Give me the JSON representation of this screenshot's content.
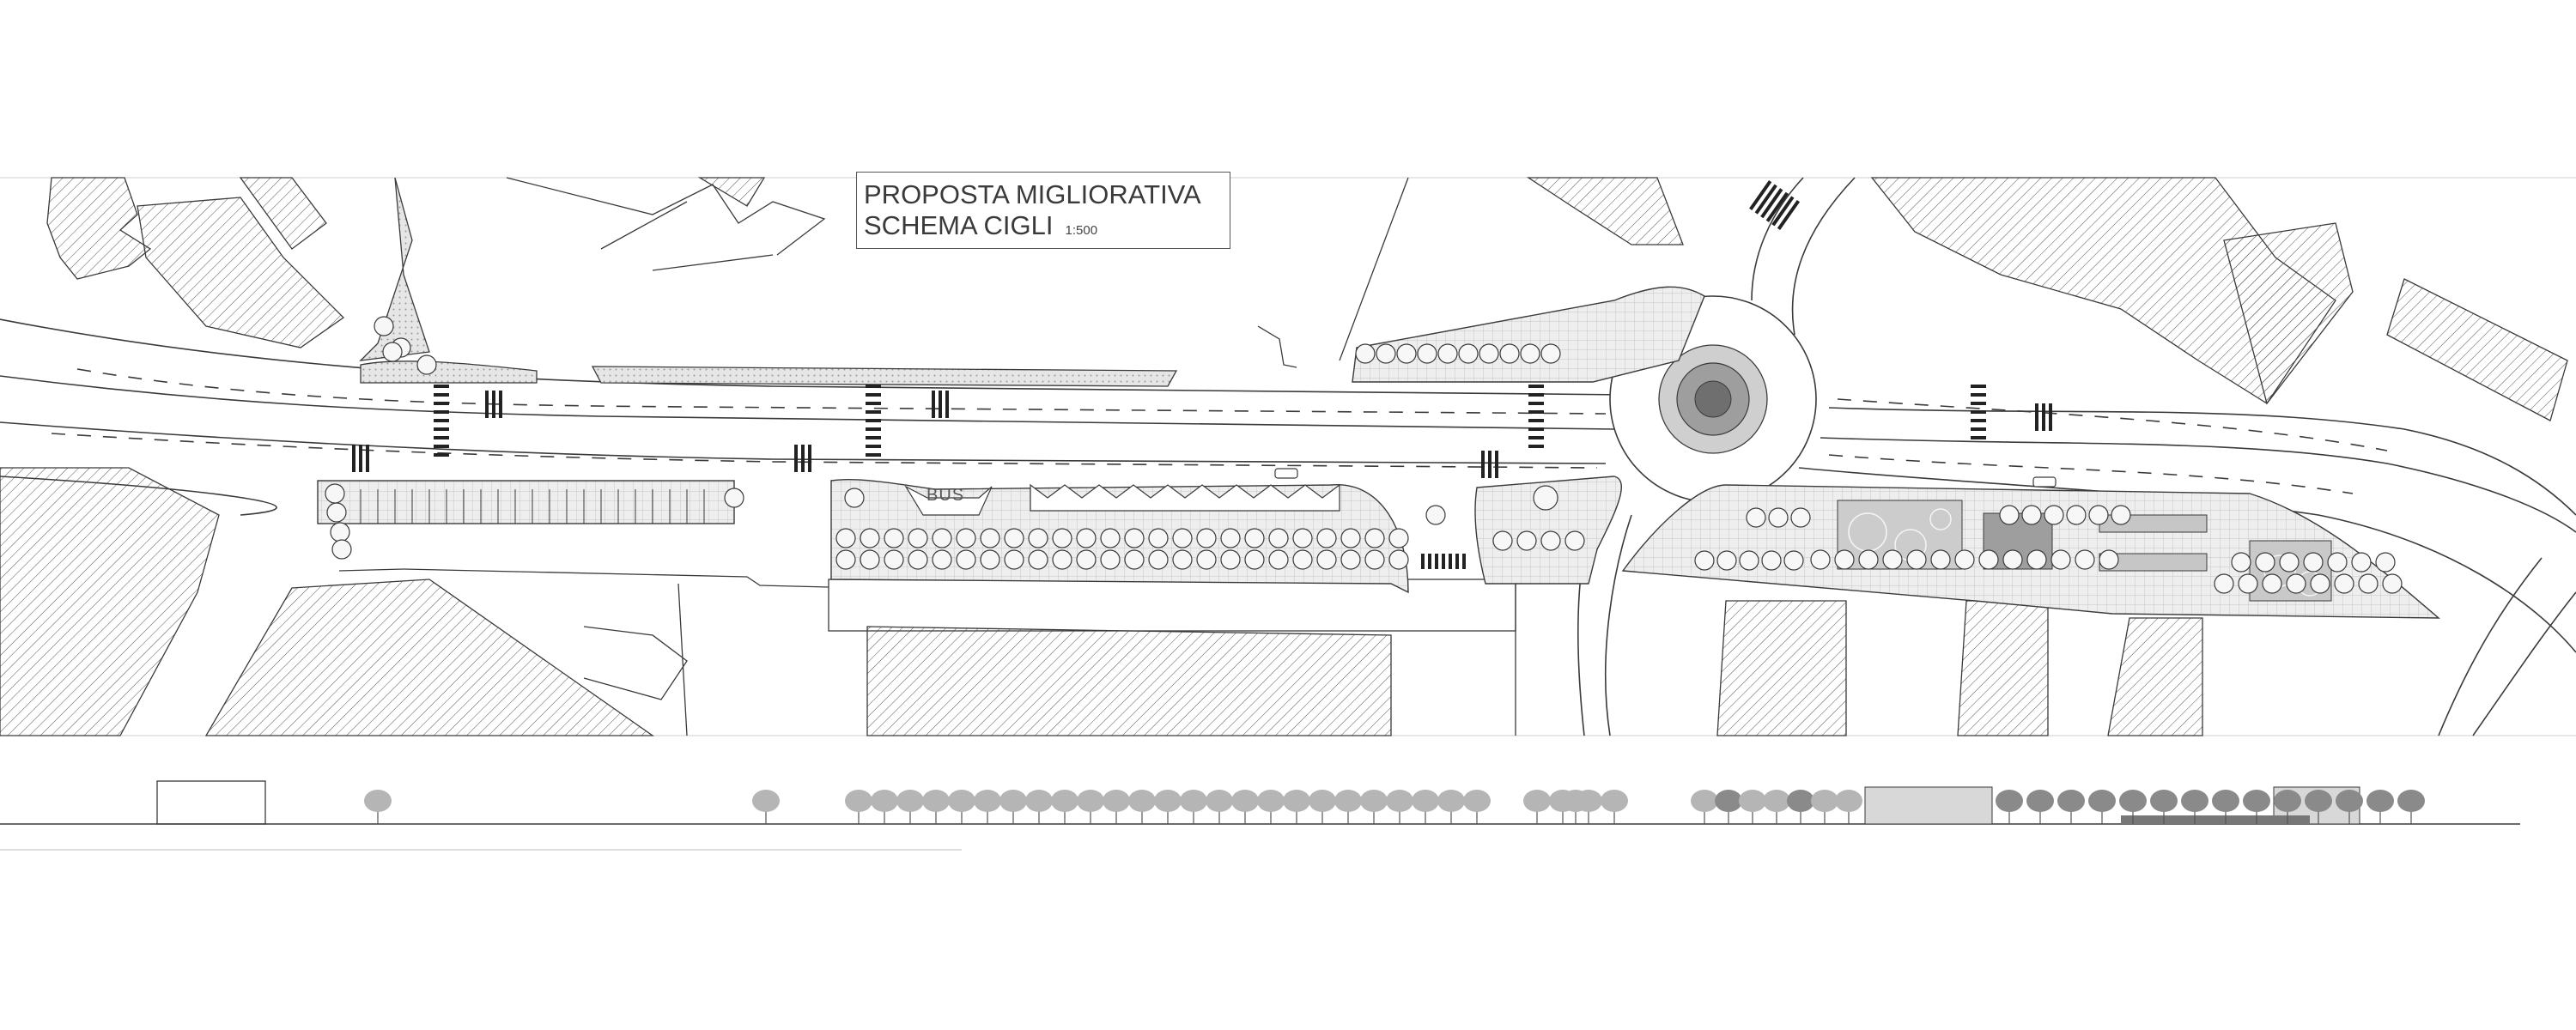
{
  "title_block": {
    "line1": "PROPOSTA MIGLIORATIVA",
    "line2": "SCHEMA  CIGLI",
    "scale": "1:500"
  },
  "labels": {
    "bus_stop": "BUS"
  },
  "colors": {
    "line": "#3a3a3a",
    "paving": "#e9e9e9",
    "tree": "#f7f7f7",
    "roundabout_outer": "#cfcfcf",
    "roundabout_inner": "#9e9e9e",
    "elevation_tree": "#8a8a8a"
  }
}
